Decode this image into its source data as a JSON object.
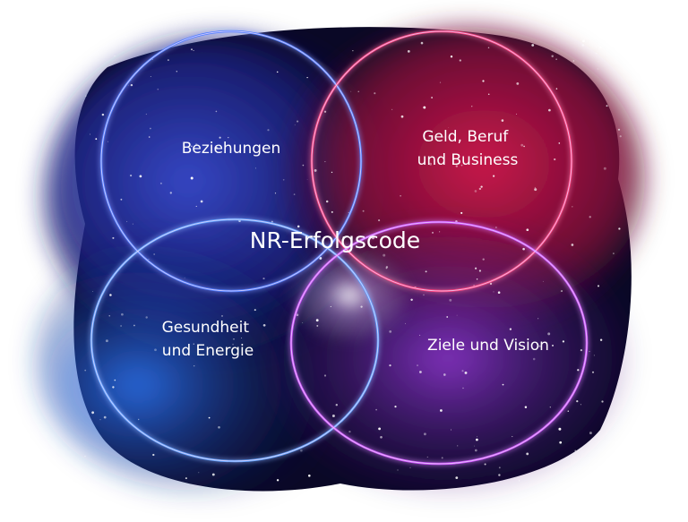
{
  "diagram": {
    "center_label": "NR-Erfolgscode",
    "circles": [
      {
        "id": "beziehungen",
        "lines": [
          "Beziehungen"
        ],
        "color": "#4a7bff"
      },
      {
        "id": "geld",
        "lines": [
          "Geld, Beruf",
          "und Business"
        ],
        "color": "#ff3a78"
      },
      {
        "id": "gesundheit",
        "lines": [
          "Gesundheit",
          "und Energie"
        ],
        "color": "#5aa0ff"
      },
      {
        "id": "ziele",
        "lines": [
          "Ziele und Vision"
        ],
        "color": "#d04cff"
      }
    ],
    "colors": {
      "deep_space": "#0a0826",
      "nebula_blue": "#1d2f9a",
      "nebula_red": "#a8123f",
      "nebula_purple": "#5a1a8f",
      "ring_glow": "#e8d8ff"
    }
  }
}
